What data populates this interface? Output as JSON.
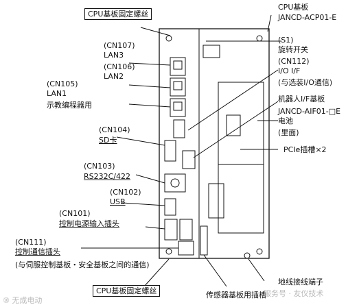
{
  "title_cpu_board": "CPU基板",
  "board_model": "JANCD-ACP01-E",
  "top_fix_screw": "CPU基板固定螺丝",
  "bottom_fix_screw": "CPU基板固定螺丝",
  "s1_code": "(S1)",
  "s1_name": "旋转开关",
  "cn107_code": "(CN107)",
  "cn107_name": "LAN3",
  "cn106_code": "(CN106)",
  "cn106_name": "LAN2",
  "cn105_code": "(CN105)",
  "cn105_name": "LAN1",
  "cn105_desc": "示教编程器用",
  "cn112_code": "(CN112)",
  "cn112_name": "I/O I/F",
  "cn112_desc": "(与选装I/O通信)",
  "robot_if_board": "机器人I/F基板",
  "robot_if_model": "JANCD-AIF01-□E",
  "battery": "电池",
  "battery_pos": "(里面)",
  "pcie_slot": "PCIe插槽×2",
  "cn104_code": "(CN104)",
  "cn104_name": "SD卡",
  "cn103_code": "(CN103)",
  "cn103_name": "RS232C/422",
  "cn102_code": "(CN102)",
  "cn102_name": "USB",
  "cn101_code": "(CN101)",
  "cn101_name": "控制电源输入插头",
  "cn111_code": "(CN111)",
  "cn111_name": "控制通信插头",
  "cn111_desc": "(与伺服控制基板・安全基板之间的通信)",
  "ground_terminal": "地线接线端子",
  "sensor_slot": "传感器基板用插槽",
  "watermark_left": "⑩ 无成电动",
  "watermark_right": "服务号 · 友仪技术"
}
